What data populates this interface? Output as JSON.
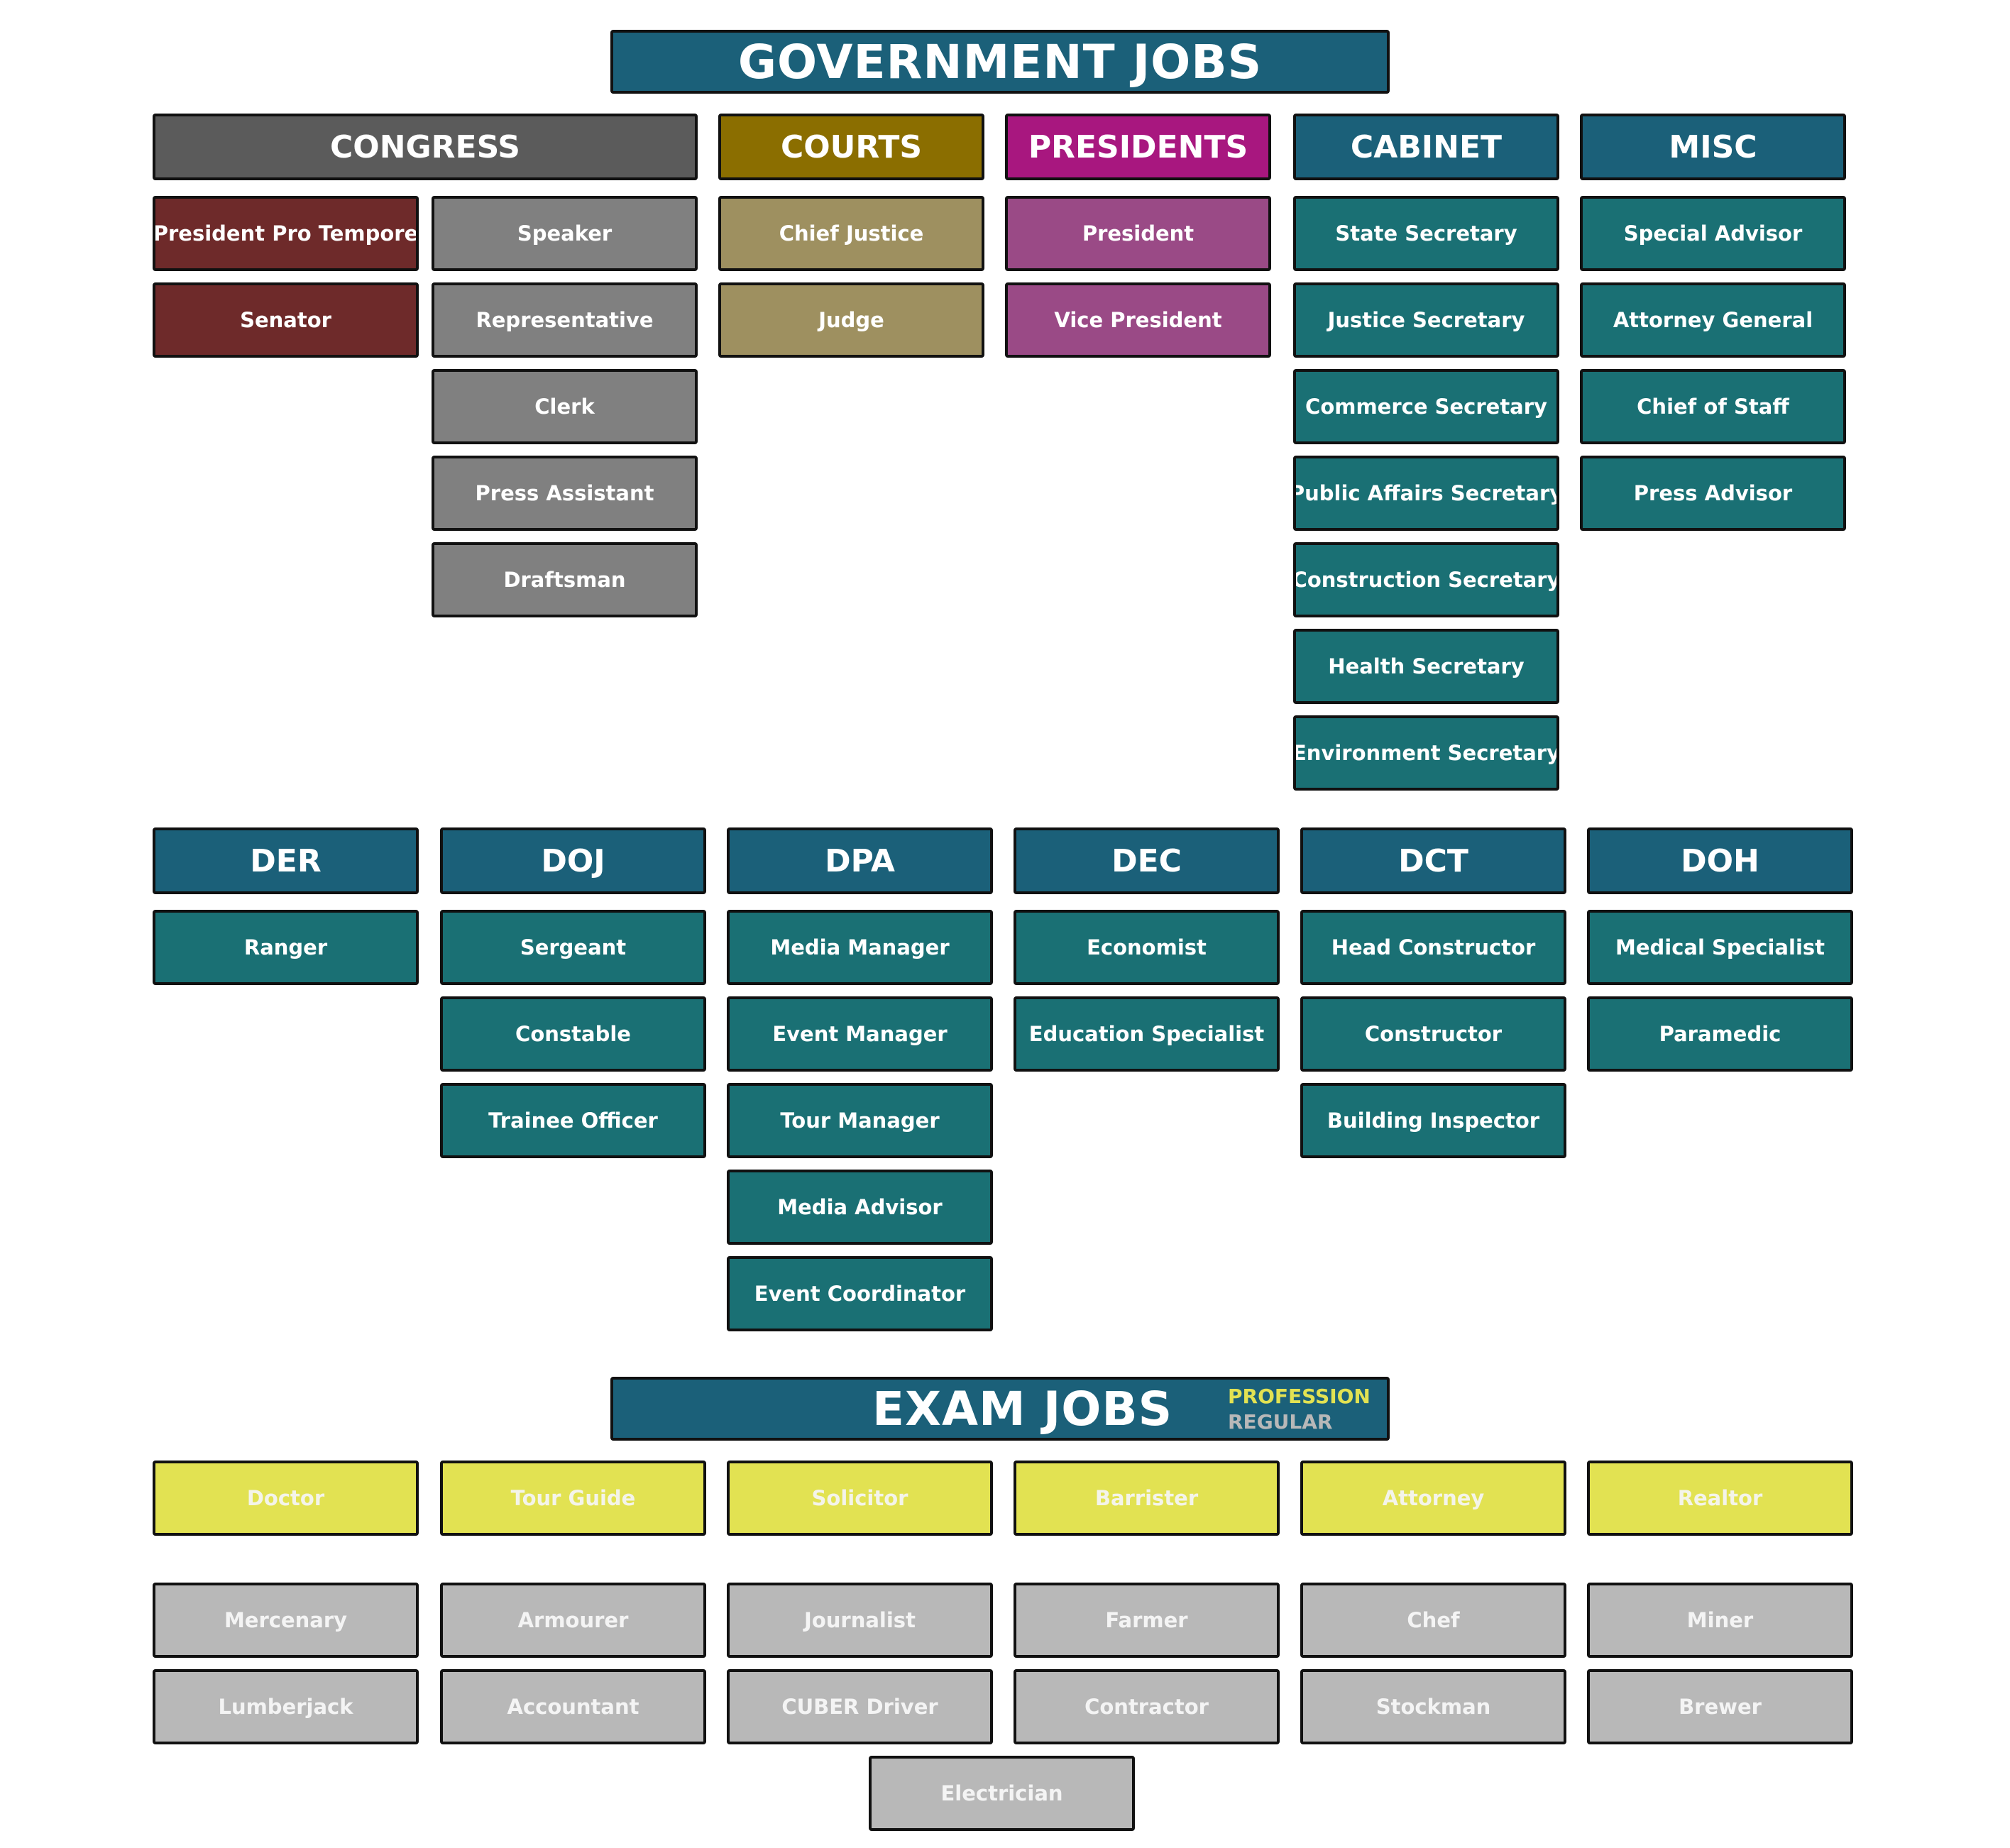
{
  "colors": {
    "title": "#1b6079",
    "cabinet": "#1a7074",
    "congress_head": "#5b5b5b",
    "congress_senate": "#6e2a2a",
    "congress_house": "#808080",
    "courts_head": "#8b6e00",
    "courts_item": "#9e9060",
    "presidents_head": "#a8177f",
    "presidents_item": "#9a4a86",
    "profession": "#e2e252",
    "regular": "#b8b8b8"
  },
  "government": {
    "title": "GOVERNMENT JOBS",
    "congress": {
      "header": "CONGRESS",
      "senate": [
        "President Pro Tempore",
        "Senator"
      ],
      "house": [
        "Speaker",
        "Representative",
        "Clerk",
        "Press Assistant",
        "Draftsman"
      ]
    },
    "courts": {
      "header": "COURTS",
      "items": [
        "Chief Justice",
        "Judge"
      ]
    },
    "presidents": {
      "header": "PRESIDENTS",
      "items": [
        "President",
        "Vice President"
      ]
    },
    "cabinet": {
      "header": "CABINET",
      "items": [
        "State Secretary",
        "Justice Secretary",
        "Commerce Secretary",
        "Public Affairs Secretary",
        "Construction Secretary",
        "Health Secretary",
        "Environment Secretary"
      ]
    },
    "misc": {
      "header": "MISC",
      "items": [
        "Special Advisor",
        "Attorney General",
        "Chief of Staff",
        "Press Advisor"
      ]
    }
  },
  "departments": [
    {
      "header": "DER",
      "items": [
        "Ranger"
      ]
    },
    {
      "header": "DOJ",
      "items": [
        "Sergeant",
        "Constable",
        "Trainee Officer"
      ]
    },
    {
      "header": "DPA",
      "items": [
        "Media Manager",
        "Event Manager",
        "Tour Manager",
        "Media Advisor",
        "Event Coordinator"
      ]
    },
    {
      "header": "DEC",
      "items": [
        "Economist",
        "Education Specialist"
      ]
    },
    {
      "header": "DCT",
      "items": [
        "Head Constructor",
        "Constructor",
        "Building Inspector"
      ]
    },
    {
      "header": "DOH",
      "items": [
        "Medical Specialist",
        "Paramedic"
      ]
    }
  ],
  "exam": {
    "title": "EXAM JOBS",
    "legend": {
      "profession": "PROFESSION",
      "regular": "REGULAR"
    },
    "profession": [
      "Doctor",
      "Tour Guide",
      "Solicitor",
      "Barrister",
      "Attorney",
      "Realtor"
    ],
    "regular": [
      "Mercenary",
      "Armourer",
      "Journalist",
      "Farmer",
      "Chef",
      "Miner",
      "Lumberjack",
      "Accountant",
      "CUBER Driver",
      "Contractor",
      "Stockman",
      "Brewer",
      "Electrician"
    ]
  }
}
